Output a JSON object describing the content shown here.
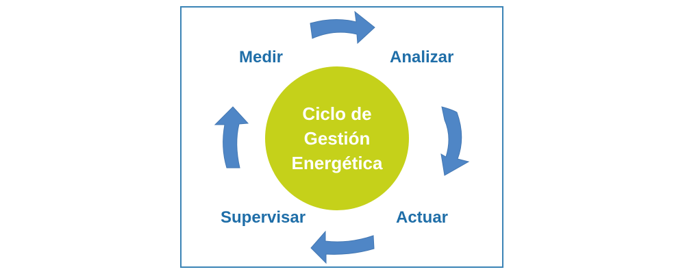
{
  "diagram": {
    "center_title_lines": [
      "Ciclo de",
      "Gestión",
      "Energética"
    ],
    "stages": {
      "measure": "Medir",
      "analyze": "Analizar",
      "act": "Actuar",
      "supervise": "Supervisar"
    }
  },
  "colors": {
    "frame_border": "#3a83b5",
    "label_text": "#1f6ea8",
    "center_fill": "#c5d11a",
    "center_text": "#ffffff",
    "arrow_fill": "#4f86c6"
  }
}
